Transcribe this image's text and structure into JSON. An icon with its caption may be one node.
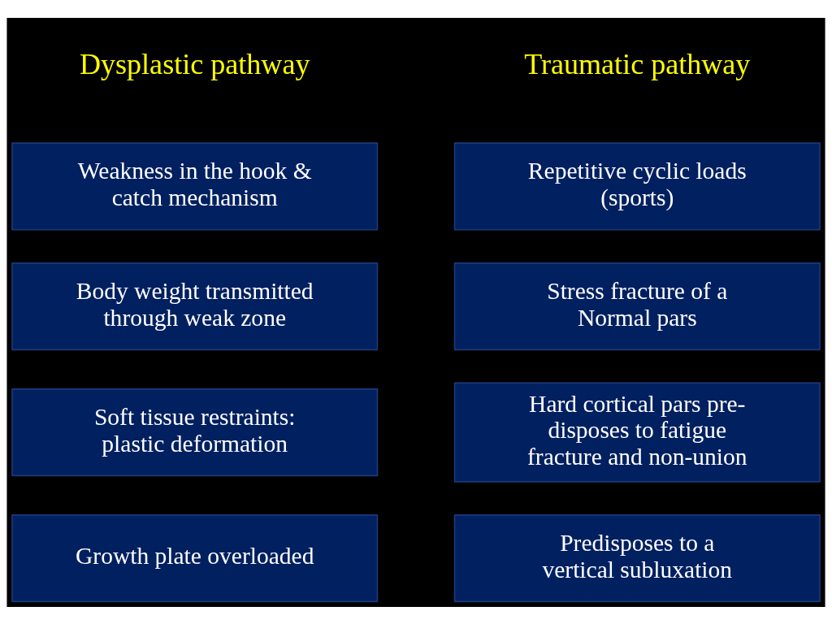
{
  "diagram": {
    "nodes": [
      {
        "text": [
          "Weakness in the hook & catch mechanism"
        ]
      },
      {
        "text": [
          "Body weight transmitted through weak zone"
        ]
      },
      {
        "text": [
          "Soft tissue restraints: plastic deformation"
        ]
      },
      {
        "text": [
          "Growth plate overloaded"
        ]
      },
      {
        "text": [
          "Repetitive cyclic loads (sports)"
        ]
      },
      {
        "text": [
          "Stress fracture of a Normal pars"
        ]
      },
      {
        "text": [
          "Hard cortical pars pre-disposes to fatigue fracture and non-union"
        ]
      },
      {
        "text": [
          "Predisposes to a vertical subluxation"
        ]
      }
    ],
    "edges": [],
    "labels": [
      "Dysplastic pathway",
      "Traumatic pathway"
    ]
  }
}
